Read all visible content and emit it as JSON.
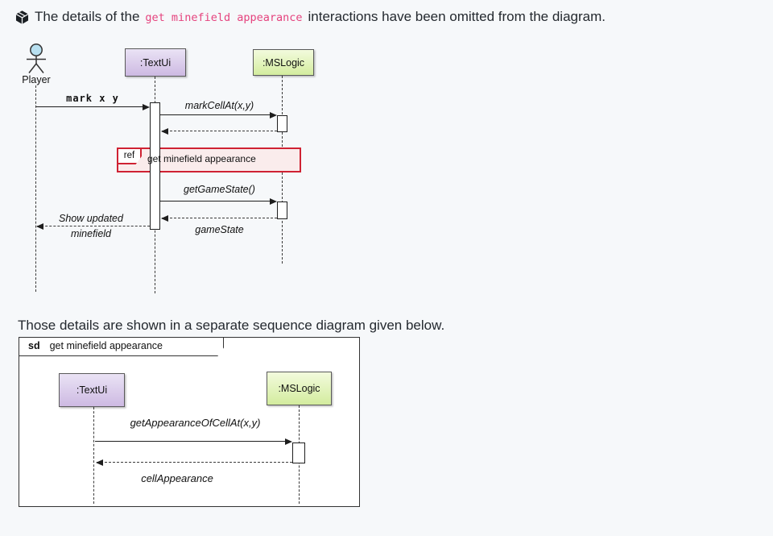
{
  "note": {
    "icon": "cube-package-icon",
    "text_before": "The details of the",
    "code": "get minefield appearance",
    "text_after": "interactions have been omitted from the diagram."
  },
  "between_text": "Those details are shown in a separate sequence diagram given below.",
  "colors": {
    "page_bg": "#f6f8fa",
    "code_pink": "#e5437e",
    "ref_red": "#cf2233",
    "ref_fill": "#faecec",
    "textui_purple": "#cdb9e2",
    "mslogic_green": "#d3ec9e",
    "actor_head_blue": "#b8e0f0"
  },
  "diagram1": {
    "actor_label": "Player",
    "textui_label": ":TextUi",
    "mslogic_label": ":MSLogic",
    "msg_mark": "mark x y",
    "msg_markcellat": "markCellAt(x,y)",
    "ref_tag": "ref",
    "ref_label": "get minefield appearance",
    "msg_getgamestate": "getGameState()",
    "msg_gamestate": "gameState",
    "msg_show_line1": "Show updated",
    "msg_show_line2": "minefield"
  },
  "diagram2": {
    "frame_tag": "sd",
    "frame_label": "get minefield appearance",
    "textui_label": ":TextUi",
    "mslogic_label": ":MSLogic",
    "msg_call": "getAppearanceOfCellAt(x,y)",
    "msg_return": "cellAppearance"
  }
}
